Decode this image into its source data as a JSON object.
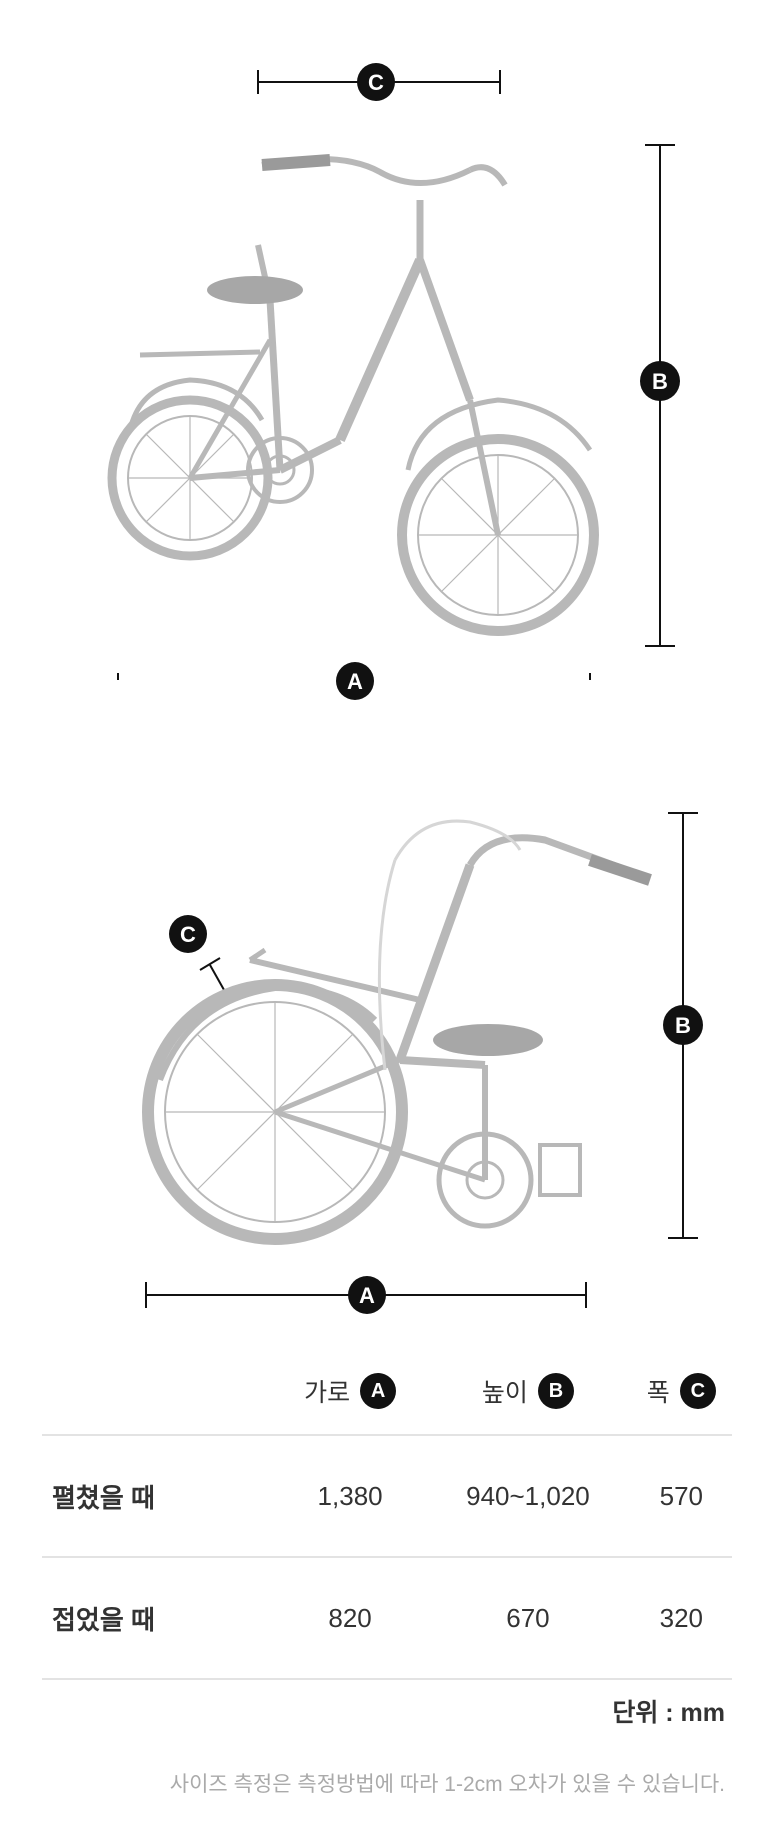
{
  "figure_unfolded": {
    "badge_a": "A",
    "badge_b": "B",
    "badge_c": "C"
  },
  "figure_folded": {
    "badge_a": "A",
    "badge_b": "B",
    "badge_c": "C"
  },
  "table": {
    "headers": [
      {
        "label": "가로",
        "badge": "A"
      },
      {
        "label": "높이",
        "badge": "B"
      },
      {
        "label": "폭",
        "badge": "C"
      }
    ],
    "rows": [
      {
        "label": "펼쳤을 때",
        "a": "1,380",
        "b": "940~1,020",
        "c": "570"
      },
      {
        "label": "접었을 때",
        "a": "820",
        "b": "670",
        "c": "320"
      }
    ]
  },
  "unit_note": "단위 : mm",
  "disclaimer": "사이즈 측정은 측정방법에 따라 1-2cm 오차가 있을 수 있습니다."
}
